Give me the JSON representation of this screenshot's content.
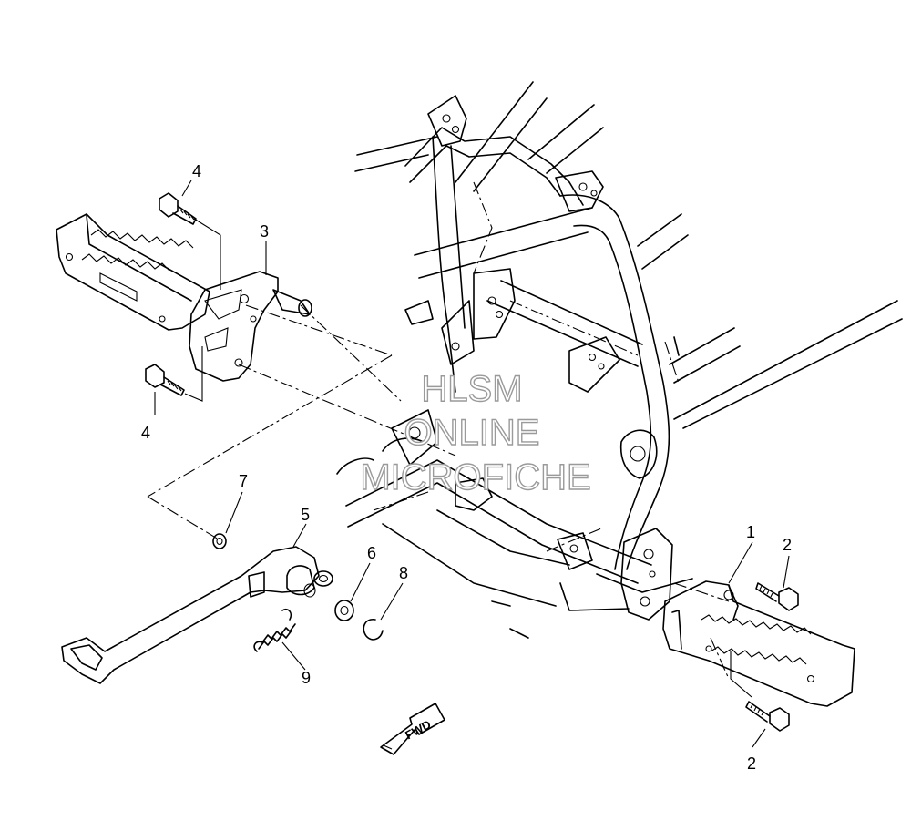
{
  "watermark": {
    "line1": "HLSM",
    "line2": "ONLINE",
    "line3": "MICROFICHE"
  },
  "direction_label": "FWD",
  "callouts": [
    {
      "id": "callout-1",
      "text": "1"
    },
    {
      "id": "callout-2-top",
      "text": "2"
    },
    {
      "id": "callout-2-bottom",
      "text": "2"
    },
    {
      "id": "callout-3",
      "text": "3"
    },
    {
      "id": "callout-4-top",
      "text": "4"
    },
    {
      "id": "callout-4-bottom",
      "text": "4"
    },
    {
      "id": "callout-5",
      "text": "5"
    },
    {
      "id": "callout-6",
      "text": "6"
    },
    {
      "id": "callout-7",
      "text": "7"
    },
    {
      "id": "callout-8",
      "text": "8"
    },
    {
      "id": "callout-9",
      "text": "9"
    }
  ]
}
